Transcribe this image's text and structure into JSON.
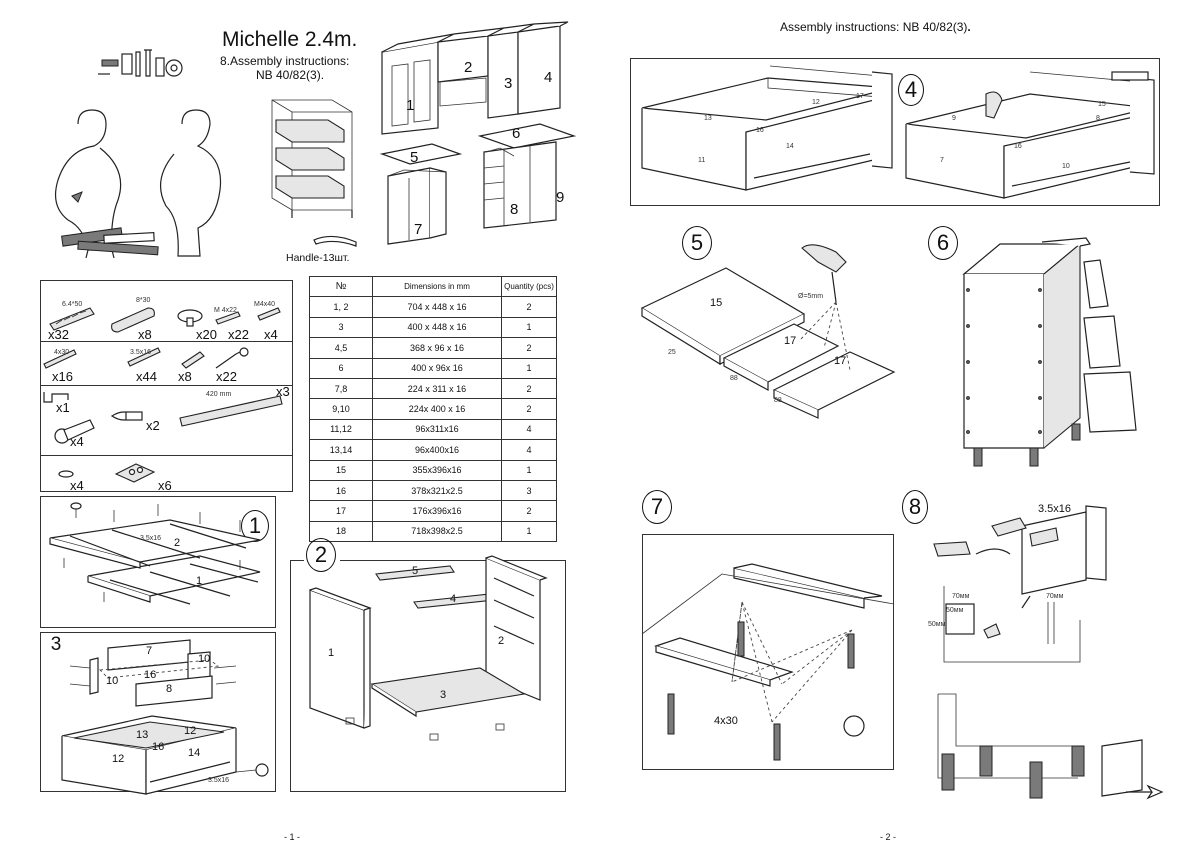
{
  "left_page": {
    "title": "Michelle 2.4m.",
    "subtitle_line1": "8.Assembly instructions:",
    "subtitle_line2": "NB 40/82(3).",
    "handle_label": "Handle-13шт.",
    "page_number": "- 1 -",
    "module_labels": [
      "1",
      "2",
      "3",
      "4",
      "5",
      "6",
      "7",
      "8",
      "9"
    ],
    "hardware": {
      "items": [
        {
          "spec": "6.4*50",
          "qty": "x32"
        },
        {
          "spec": "8*30",
          "qty": "x8"
        },
        {
          "spec": "",
          "qty": "x20"
        },
        {
          "spec": "M 4x22",
          "qty": "x22"
        },
        {
          "spec": "M4x40",
          "qty": "x4"
        },
        {
          "spec": "4x30",
          "qty": "x16"
        },
        {
          "spec": "3.5x16",
          "qty": "x44"
        },
        {
          "spec": "",
          "qty": "x8"
        },
        {
          "spec": "",
          "qty": "x22"
        },
        {
          "spec": "",
          "qty": "x1"
        },
        {
          "spec": "",
          "qty": "x2"
        },
        {
          "spec": "420 mm",
          "qty": "x3"
        },
        {
          "spec": "",
          "qty": "x4"
        },
        {
          "spec": "",
          "qty": "x4"
        },
        {
          "spec": "",
          "qty": "x6"
        }
      ]
    },
    "dimensions_table": {
      "headers": [
        "№",
        "Dimensions in mm",
        "Quantity  (pcs)"
      ],
      "rows": [
        [
          "1, 2",
          "704 x 448 x 16",
          "2"
        ],
        [
          "3",
          "400 x 448 x 16",
          "1"
        ],
        [
          "4,5",
          "368 x 96 x 16",
          "2"
        ],
        [
          "6",
          "400 x 96x 16",
          "1"
        ],
        [
          "7,8",
          "224 x 311 x 16",
          "2"
        ],
        [
          "9,10",
          "224x 400 x 16",
          "2"
        ],
        [
          "11,12",
          "96x311x16",
          "4"
        ],
        [
          "13,14",
          "96x400x16",
          "4"
        ],
        [
          "15",
          "355x396x16",
          "1"
        ],
        [
          "16",
          "378x321x2.5",
          "3"
        ],
        [
          "17",
          "176x396x16",
          "2"
        ],
        [
          "18",
          "718x398x2.5",
          "1"
        ]
      ]
    },
    "step1": {
      "num": "1",
      "labels": [
        "3.5x16",
        "2",
        "1"
      ]
    },
    "step2": {
      "num": "2",
      "labels": [
        "5",
        "4",
        "1",
        "2",
        "3"
      ]
    },
    "step3": {
      "num": "3",
      "labels": [
        "7",
        "16",
        "10",
        "10",
        "8",
        "13",
        "12",
        "16",
        "12",
        "14",
        "3.5x16"
      ]
    }
  },
  "right_page": {
    "header": "Assembly instructions: NB 40/82(3)",
    "page_number": "- 2 -",
    "step4": {
      "num": "4",
      "labels": [
        "13",
        "12",
        "17",
        "16",
        "14",
        "11",
        "9",
        "15",
        "8",
        "16",
        "7",
        "10"
      ]
    },
    "step5": {
      "num": "5",
      "labels": [
        "15",
        "Ø=5mm",
        "17",
        "17",
        "25",
        "88",
        "88"
      ]
    },
    "step6": {
      "num": "6"
    },
    "step7": {
      "num": "7",
      "labels": [
        "4x30"
      ]
    },
    "step8": {
      "num": "8",
      "labels": [
        "3.5x16",
        "70мм",
        "50мм",
        "50мм",
        "70мм"
      ]
    }
  }
}
